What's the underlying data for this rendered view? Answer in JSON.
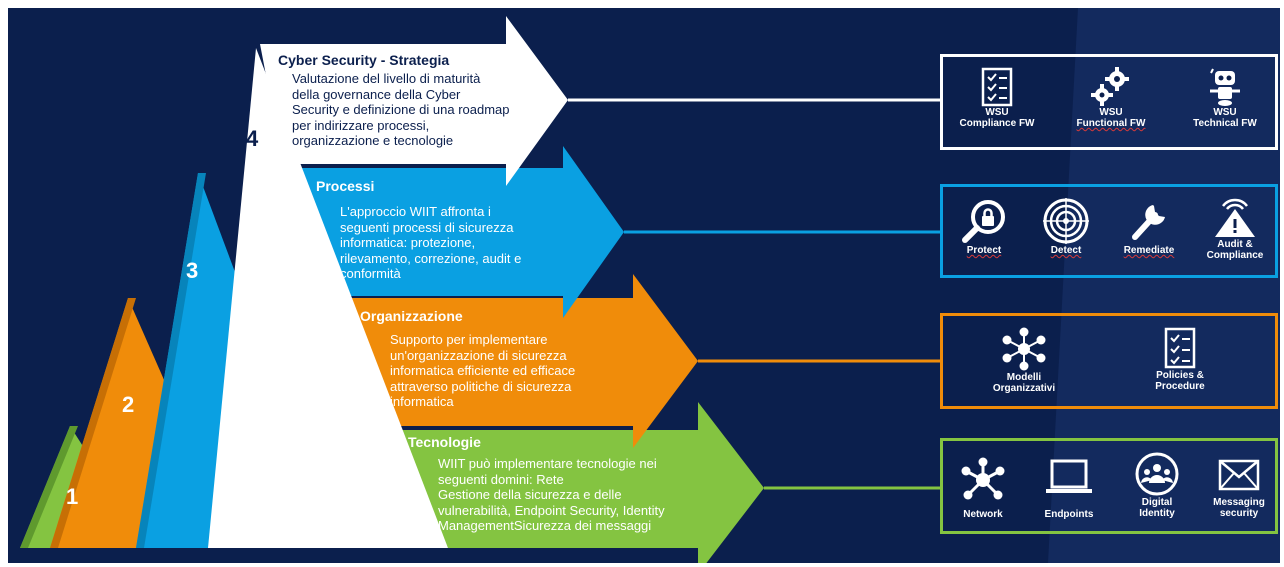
{
  "pyramid": {
    "numbers": [
      "1",
      "2",
      "3",
      "4"
    ]
  },
  "arrows": [
    {
      "title": "Cyber Security - Strategia",
      "lines": [
        "Valutazione del livello di maturità",
        "della governance della Cyber",
        "Security e definizione di una roadmap",
        "per indirizzare processi,",
        "organizzazione e tecnologie"
      ],
      "color": "#ffffff"
    },
    {
      "title": "Processi",
      "lines": [
        "L'approccio WIIT affronta i",
        "seguenti processi di sicurezza",
        "informatica: protezione,",
        "rilevamento, correzione, audit e",
        "conformità"
      ],
      "color": "#0aa0e2"
    },
    {
      "title": "Organizzazione",
      "lines": [
        "Supporto per implementare",
        "un'organizzazione di sicurezza",
        "informatica efficiente ed efficace",
        "attraverso politiche di sicurezza",
        "informatica"
      ],
      "color": "#f08c0a"
    },
    {
      "title": "Tecnologie",
      "lines": [
        "WIIT può implementare tecnologie nei",
        "seguenti domini: Rete",
        "Gestione della sicurezza e delle",
        "vulnerabilità, Endpoint Security, Identity",
        "ManagementSicurezza dei messaggi"
      ],
      "color": "#84c441"
    }
  ],
  "boxes": {
    "strategy": {
      "border": "#ffffff",
      "items": [
        {
          "icon": "checklist-icon",
          "line1": "WSU",
          "line2": "Compliance FW"
        },
        {
          "icon": "gears-icon",
          "line1": "WSU",
          "line2": "Functional FW"
        },
        {
          "icon": "robot-icon",
          "line1": "WSU",
          "line2": "Technical FW"
        }
      ]
    },
    "processes": {
      "border": "#0aa0e2",
      "items": [
        {
          "icon": "lock-magnifier-icon",
          "label": "Protect"
        },
        {
          "icon": "target-icon",
          "label": "Detect"
        },
        {
          "icon": "wrench-icon",
          "label": "Remediate"
        },
        {
          "icon": "warning-icon",
          "line1": "Audit &",
          "line2": "Compliance"
        }
      ]
    },
    "organization": {
      "border": "#f08c0a",
      "items": [
        {
          "icon": "network-people-icon",
          "line1": "Modelli",
          "line2": "Organizzativi"
        },
        {
          "icon": "policy-document-icon",
          "line1": "Policies &",
          "line2": "Procedure"
        }
      ]
    },
    "technology": {
      "border": "#84c441",
      "items": [
        {
          "icon": "network-hub-icon",
          "label": "Network"
        },
        {
          "icon": "laptop-icon",
          "label": "Endpoints"
        },
        {
          "icon": "identity-group-icon",
          "line1": "Digital",
          "line2": "Identity"
        },
        {
          "icon": "envelope-icon",
          "line1": "Messaging",
          "line2": "security"
        }
      ]
    }
  }
}
